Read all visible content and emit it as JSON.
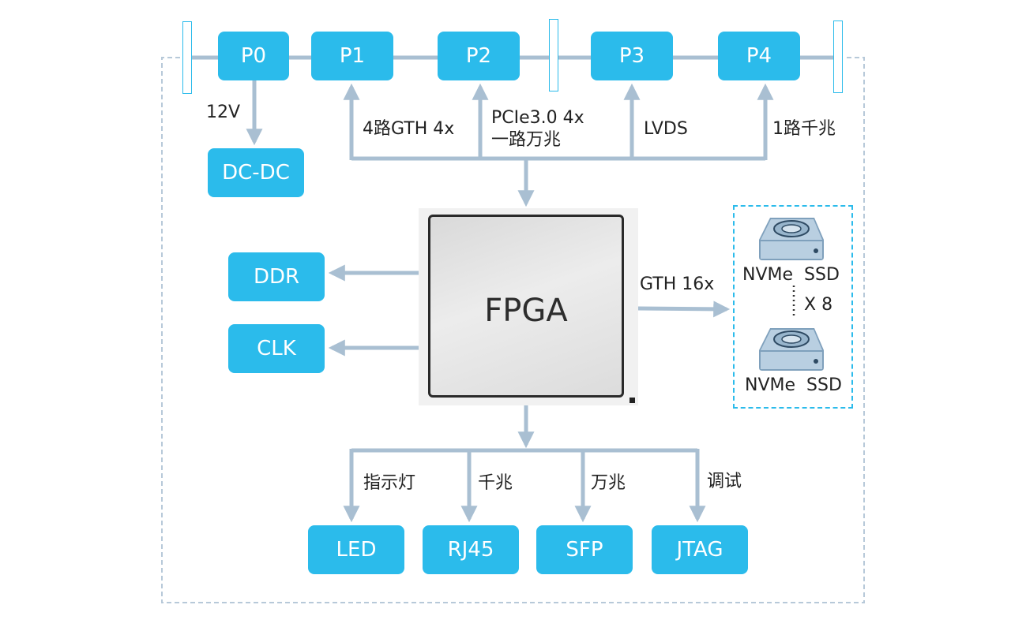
{
  "ports": [
    "P0",
    "P1",
    "P2",
    "P3",
    "P4"
  ],
  "top_links": {
    "p0_power": "12V",
    "p1": "4路GTH 4x",
    "p2_line1": "PCIe3.0 4x",
    "p2_line2": "一路万兆",
    "p3": "LVDS",
    "p4": "1路千兆"
  },
  "dcdc": "DC-DC",
  "fpga": "FPGA",
  "left_blocks": [
    "DDR",
    "CLK"
  ],
  "ssd": {
    "link": "GTH 16x",
    "label_top": "NVMe  SSD",
    "label_bottom": "NVMe  SSD",
    "count": "X 8"
  },
  "bottom": [
    {
      "link": "指示灯",
      "block": "LED"
    },
    {
      "link": "千兆",
      "block": "RJ45"
    },
    {
      "link": "万兆",
      "block": "SFP"
    },
    {
      "link": "调试",
      "block": "JTAG"
    }
  ],
  "colors": {
    "accent": "#2bbbeb",
    "connector": "#a9bfd2",
    "frame": "#b7c9d9"
  }
}
